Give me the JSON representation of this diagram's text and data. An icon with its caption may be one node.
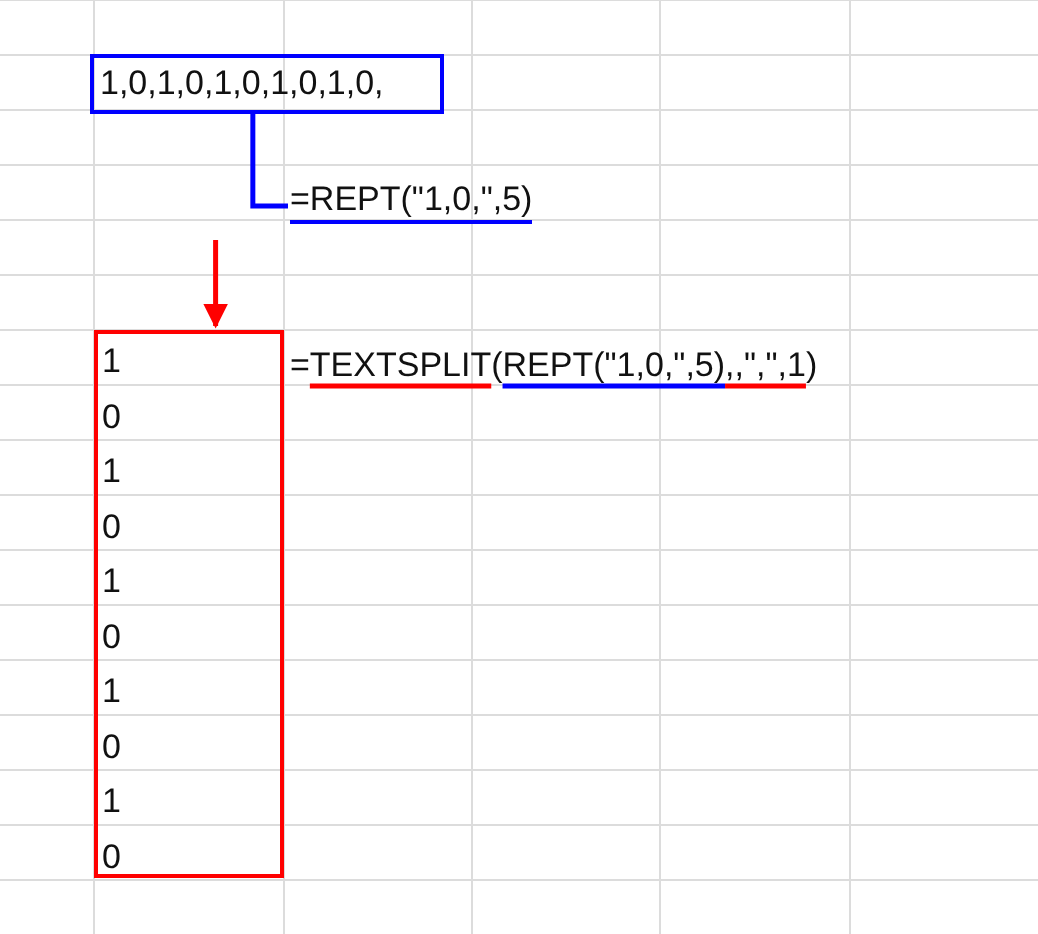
{
  "diagram": {
    "nodes": [
      {
        "text": [
          "1,0,1,0,1,0,1,0,1,0,"
        ]
      },
      {
        "text": [
          "=REPT(\"1,0,\",5)"
        ]
      },
      {
        "text": [
          "1",
          "0",
          "1",
          "0",
          "1",
          "0",
          "1",
          "0",
          "1",
          "0"
        ]
      }
    ],
    "edges": [
      {
        "from": 0,
        "to": 1,
        "arrow": "none",
        "color": "#0000ff"
      },
      {
        "from": null,
        "to": 2,
        "arrow": "to",
        "color": "#ff0000"
      }
    ],
    "labels": [
      "=TEXTSPLIT(REPT(\"1,0,\",5),,\",\",1)"
    ]
  }
}
